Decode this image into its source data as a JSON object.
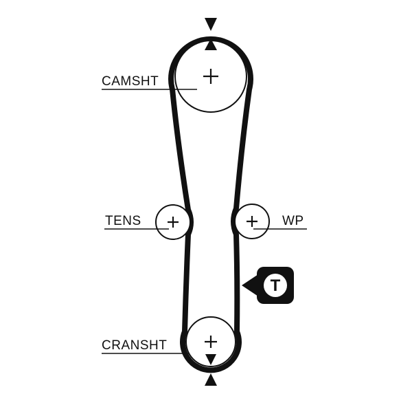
{
  "colors": {
    "ink": "#111111",
    "background": "#ffffff"
  },
  "diagram": {
    "type": "timing-belt-routing",
    "labels": {
      "camshaft": "CAMSHT",
      "tensioner": "TENS",
      "water_pump": "WP",
      "crankshaft": "CRANSHT",
      "belt_tensioner_badge": "T"
    }
  }
}
